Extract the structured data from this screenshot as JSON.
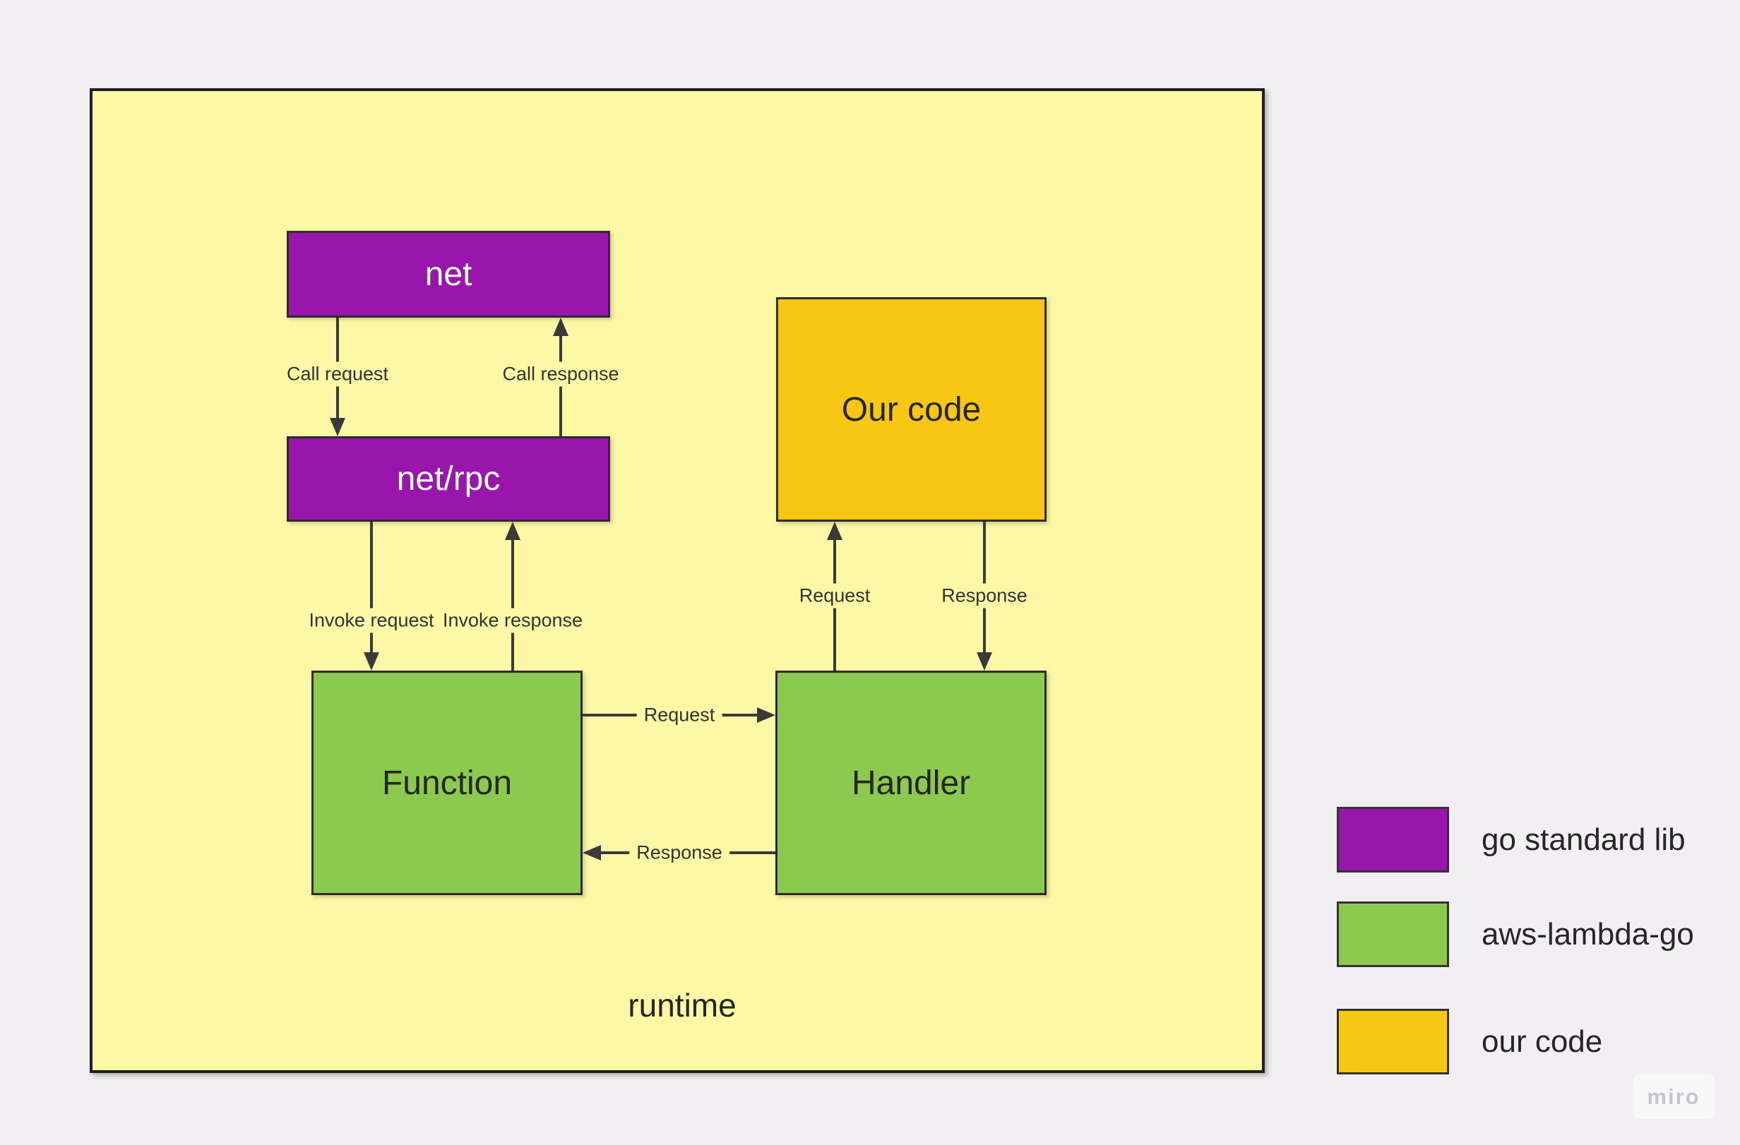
{
  "diagram": {
    "container_label": "runtime",
    "nodes": [
      {
        "id": "net",
        "label": "net",
        "category": "go standard lib"
      },
      {
        "id": "net-rpc",
        "label": "net/rpc",
        "category": "go standard lib"
      },
      {
        "id": "function",
        "label": "Function",
        "category": "aws-lambda-go"
      },
      {
        "id": "our-code",
        "label": "Our code",
        "category": "our code"
      },
      {
        "id": "handler",
        "label": "Handler",
        "category": "aws-lambda-go"
      }
    ],
    "edges": [
      {
        "label": "Call request",
        "from": "net",
        "to": "net-rpc",
        "direction": "down"
      },
      {
        "label": "Call response",
        "from": "net-rpc",
        "to": "net",
        "direction": "up"
      },
      {
        "label": "Invoke request",
        "from": "net-rpc",
        "to": "function",
        "direction": "down"
      },
      {
        "label": "Invoke response",
        "from": "function",
        "to": "net-rpc",
        "direction": "up"
      },
      {
        "label": "Request",
        "from": "function",
        "to": "handler",
        "direction": "right"
      },
      {
        "label": "Response",
        "from": "handler",
        "to": "function",
        "direction": "left"
      },
      {
        "label": "Request",
        "from": "handler",
        "to": "our-code",
        "direction": "up"
      },
      {
        "label": "Response",
        "from": "our-code",
        "to": "handler",
        "direction": "down"
      }
    ]
  },
  "legend": {
    "items": [
      {
        "label": "go standard lib",
        "color": "#9916AC"
      },
      {
        "label": "aws-lambda-go",
        "color": "#8BC94F"
      },
      {
        "label": "our code",
        "color": "#F7C713"
      }
    ]
  },
  "watermark": "miro",
  "colors": {
    "page_background": "#F1EFF1",
    "runtime_background": "#FCF8A6",
    "arrow": "#3A3A3A"
  }
}
